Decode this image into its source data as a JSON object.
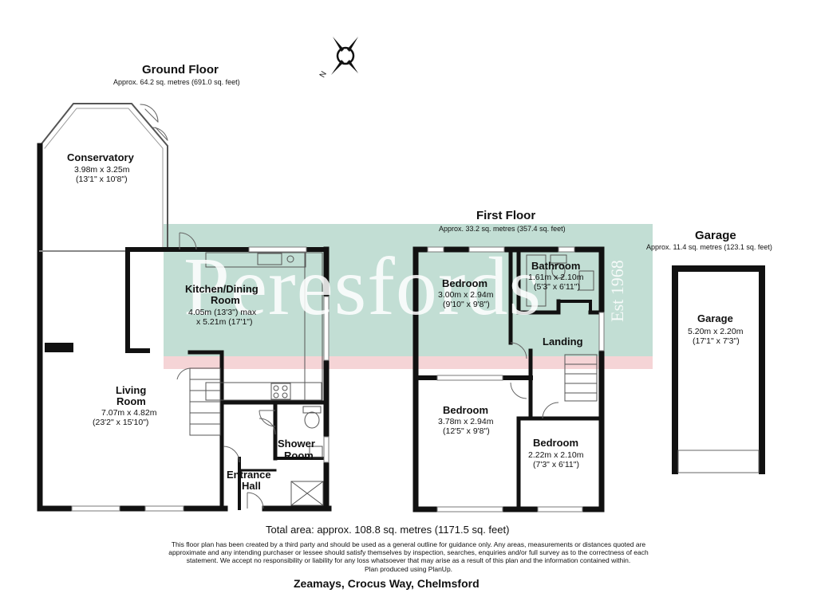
{
  "ground_floor": {
    "title": "Ground Floor",
    "area": "Approx. 64.2 sq. metres (691.0 sq. feet)",
    "rooms": {
      "conservatory": {
        "name": "Conservatory",
        "dim1": "3.98m x 3.25m",
        "dim2": "(13'1\" x 10'8\")"
      },
      "kitchen": {
        "name1": "Kitchen/Dining",
        "name2": "Room",
        "dim1": "4.05m (13'3\") max",
        "dim2": "x 5.21m (17'1\")"
      },
      "living": {
        "name1": "Living",
        "name2": "Room",
        "dim1": "7.07m x 4.82m",
        "dim2": "(23'2\" x 15'10\")"
      },
      "shower": {
        "name1": "Shower",
        "name2": "Room"
      },
      "hall": {
        "name1": "Entrance",
        "name2": "Hall"
      }
    }
  },
  "first_floor": {
    "title": "First Floor",
    "area": "Approx. 33.2 sq. metres (357.4 sq. feet)",
    "rooms": {
      "bedroom1": {
        "name": "Bedroom",
        "dim1": "3.00m x 2.94m",
        "dim2": "(9'10\" x 9'8\")"
      },
      "bathroom": {
        "name": "Bathroom",
        "dim1": "1.61m x 2.10m",
        "dim2": "(5'3\" x 6'11\")"
      },
      "landing": {
        "name": "Landing"
      },
      "bedroom2": {
        "name": "Bedroom",
        "dim1": "3.78m x 2.94m",
        "dim2": "(12'5\" x 9'8\")"
      },
      "bedroom3": {
        "name": "Bedroom",
        "dim1": "2.22m x 2.10m",
        "dim2": "(7'3\" x 6'11\")"
      }
    }
  },
  "garage": {
    "title": "Garage",
    "area": "Approx. 11.4 sq. metres (123.1 sq. feet)",
    "room": {
      "name": "Garage",
      "dim1": "5.20m x 2.20m",
      "dim2": "(17'1\" x 7'3\")"
    }
  },
  "compass": {
    "label": "N"
  },
  "watermark": {
    "brand": "Peresfords",
    "est": "Est 1968"
  },
  "footer": {
    "total": "Total area: approx. 108.8 sq. metres (1171.5 sq. feet)",
    "disclaimer": "This floor plan has been created by a third party and should be used as a general outline for guidance only. Any areas, measurements or distances quoted are approximate and any intending purchaser or lessee should satisfy themselves by inspection, searches, enquiries and/or full survey as to the correctness of each statement. We accept no responsibility or liability for any loss whatsoever that may arise as a result of this plan and the information contained within.",
    "produced": "Plan produced using PlanUp.",
    "address": "Zeamays, Crocus Way, Chelmsford"
  },
  "colors": {
    "wall": "#111111",
    "watermark_band": "#b7d8cc",
    "watermark_band_bottom": "#f2c9cc",
    "window": "#7a7a7a"
  }
}
